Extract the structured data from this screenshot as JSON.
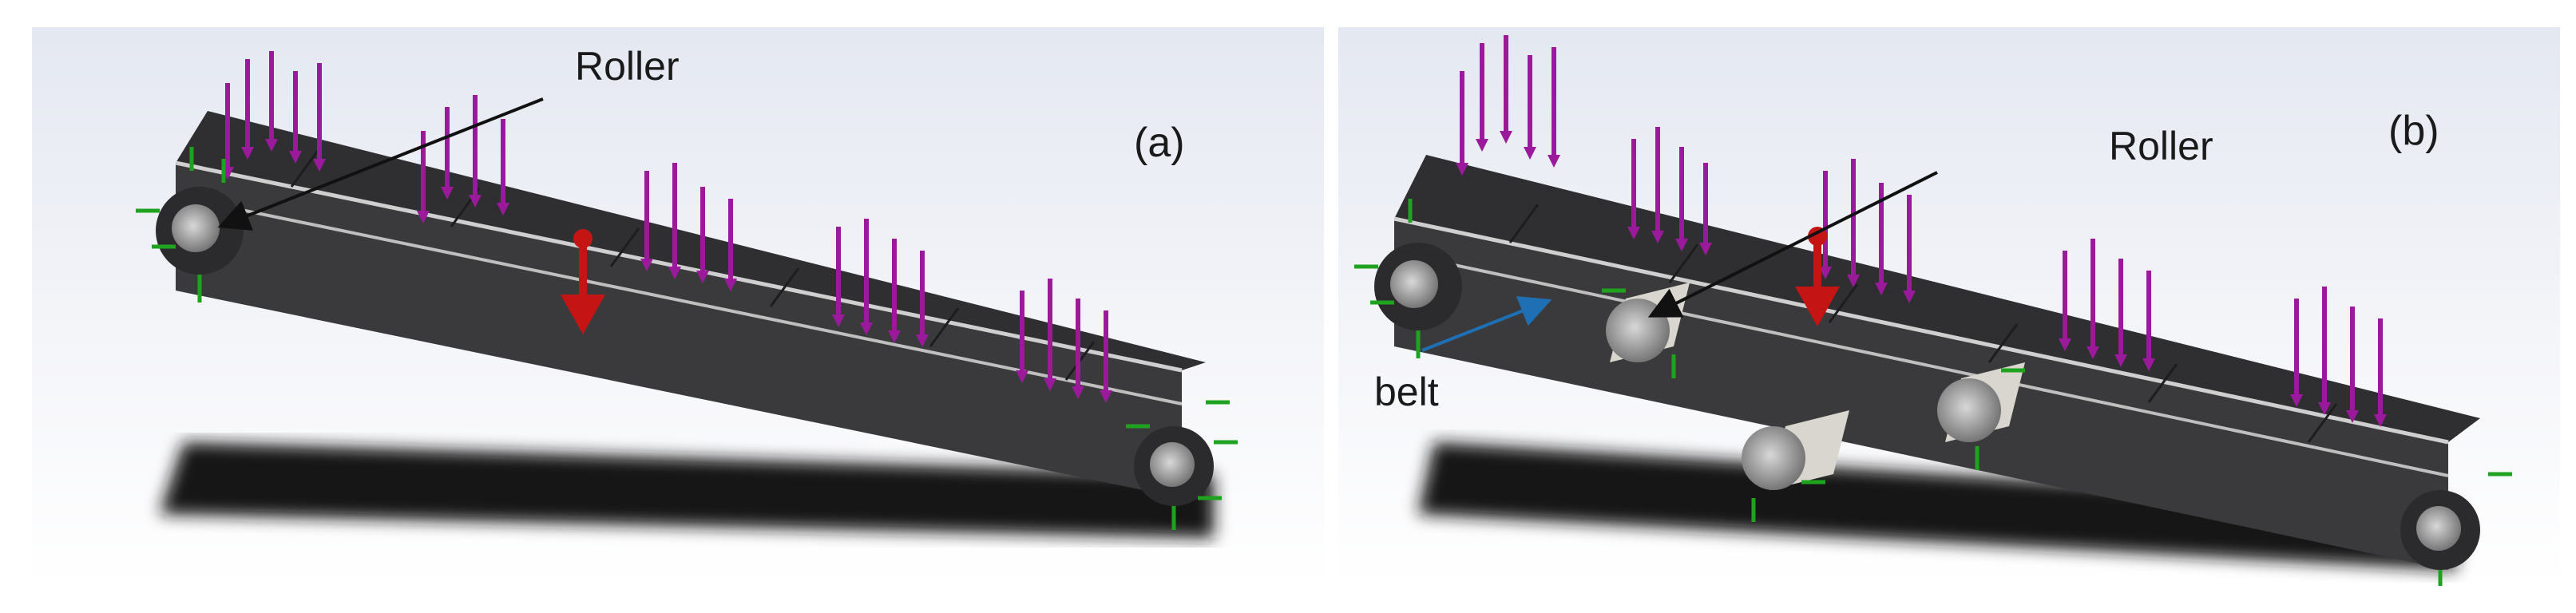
{
  "figure": {
    "panels": [
      {
        "tag": "(a)",
        "callouts": {
          "roller": "Roller"
        }
      },
      {
        "tag": "(b)",
        "callouts": {
          "roller": "Roller",
          "belt": "belt"
        }
      }
    ]
  },
  "colors": {
    "background_top": "#e6e9f2",
    "background_bottom": "#ffffff",
    "belt": "#3b3b3d",
    "belt_top": "#2e2e30",
    "rail": "#c9c9c9",
    "roller": "#8f8f8f",
    "load_arrow": "#9b1a9b",
    "fixture_arrow": "#1fa31f",
    "gravity_arrow": "#c41414",
    "belt_callout_arrow": "#1f6fb4",
    "shadow": "#111111"
  }
}
